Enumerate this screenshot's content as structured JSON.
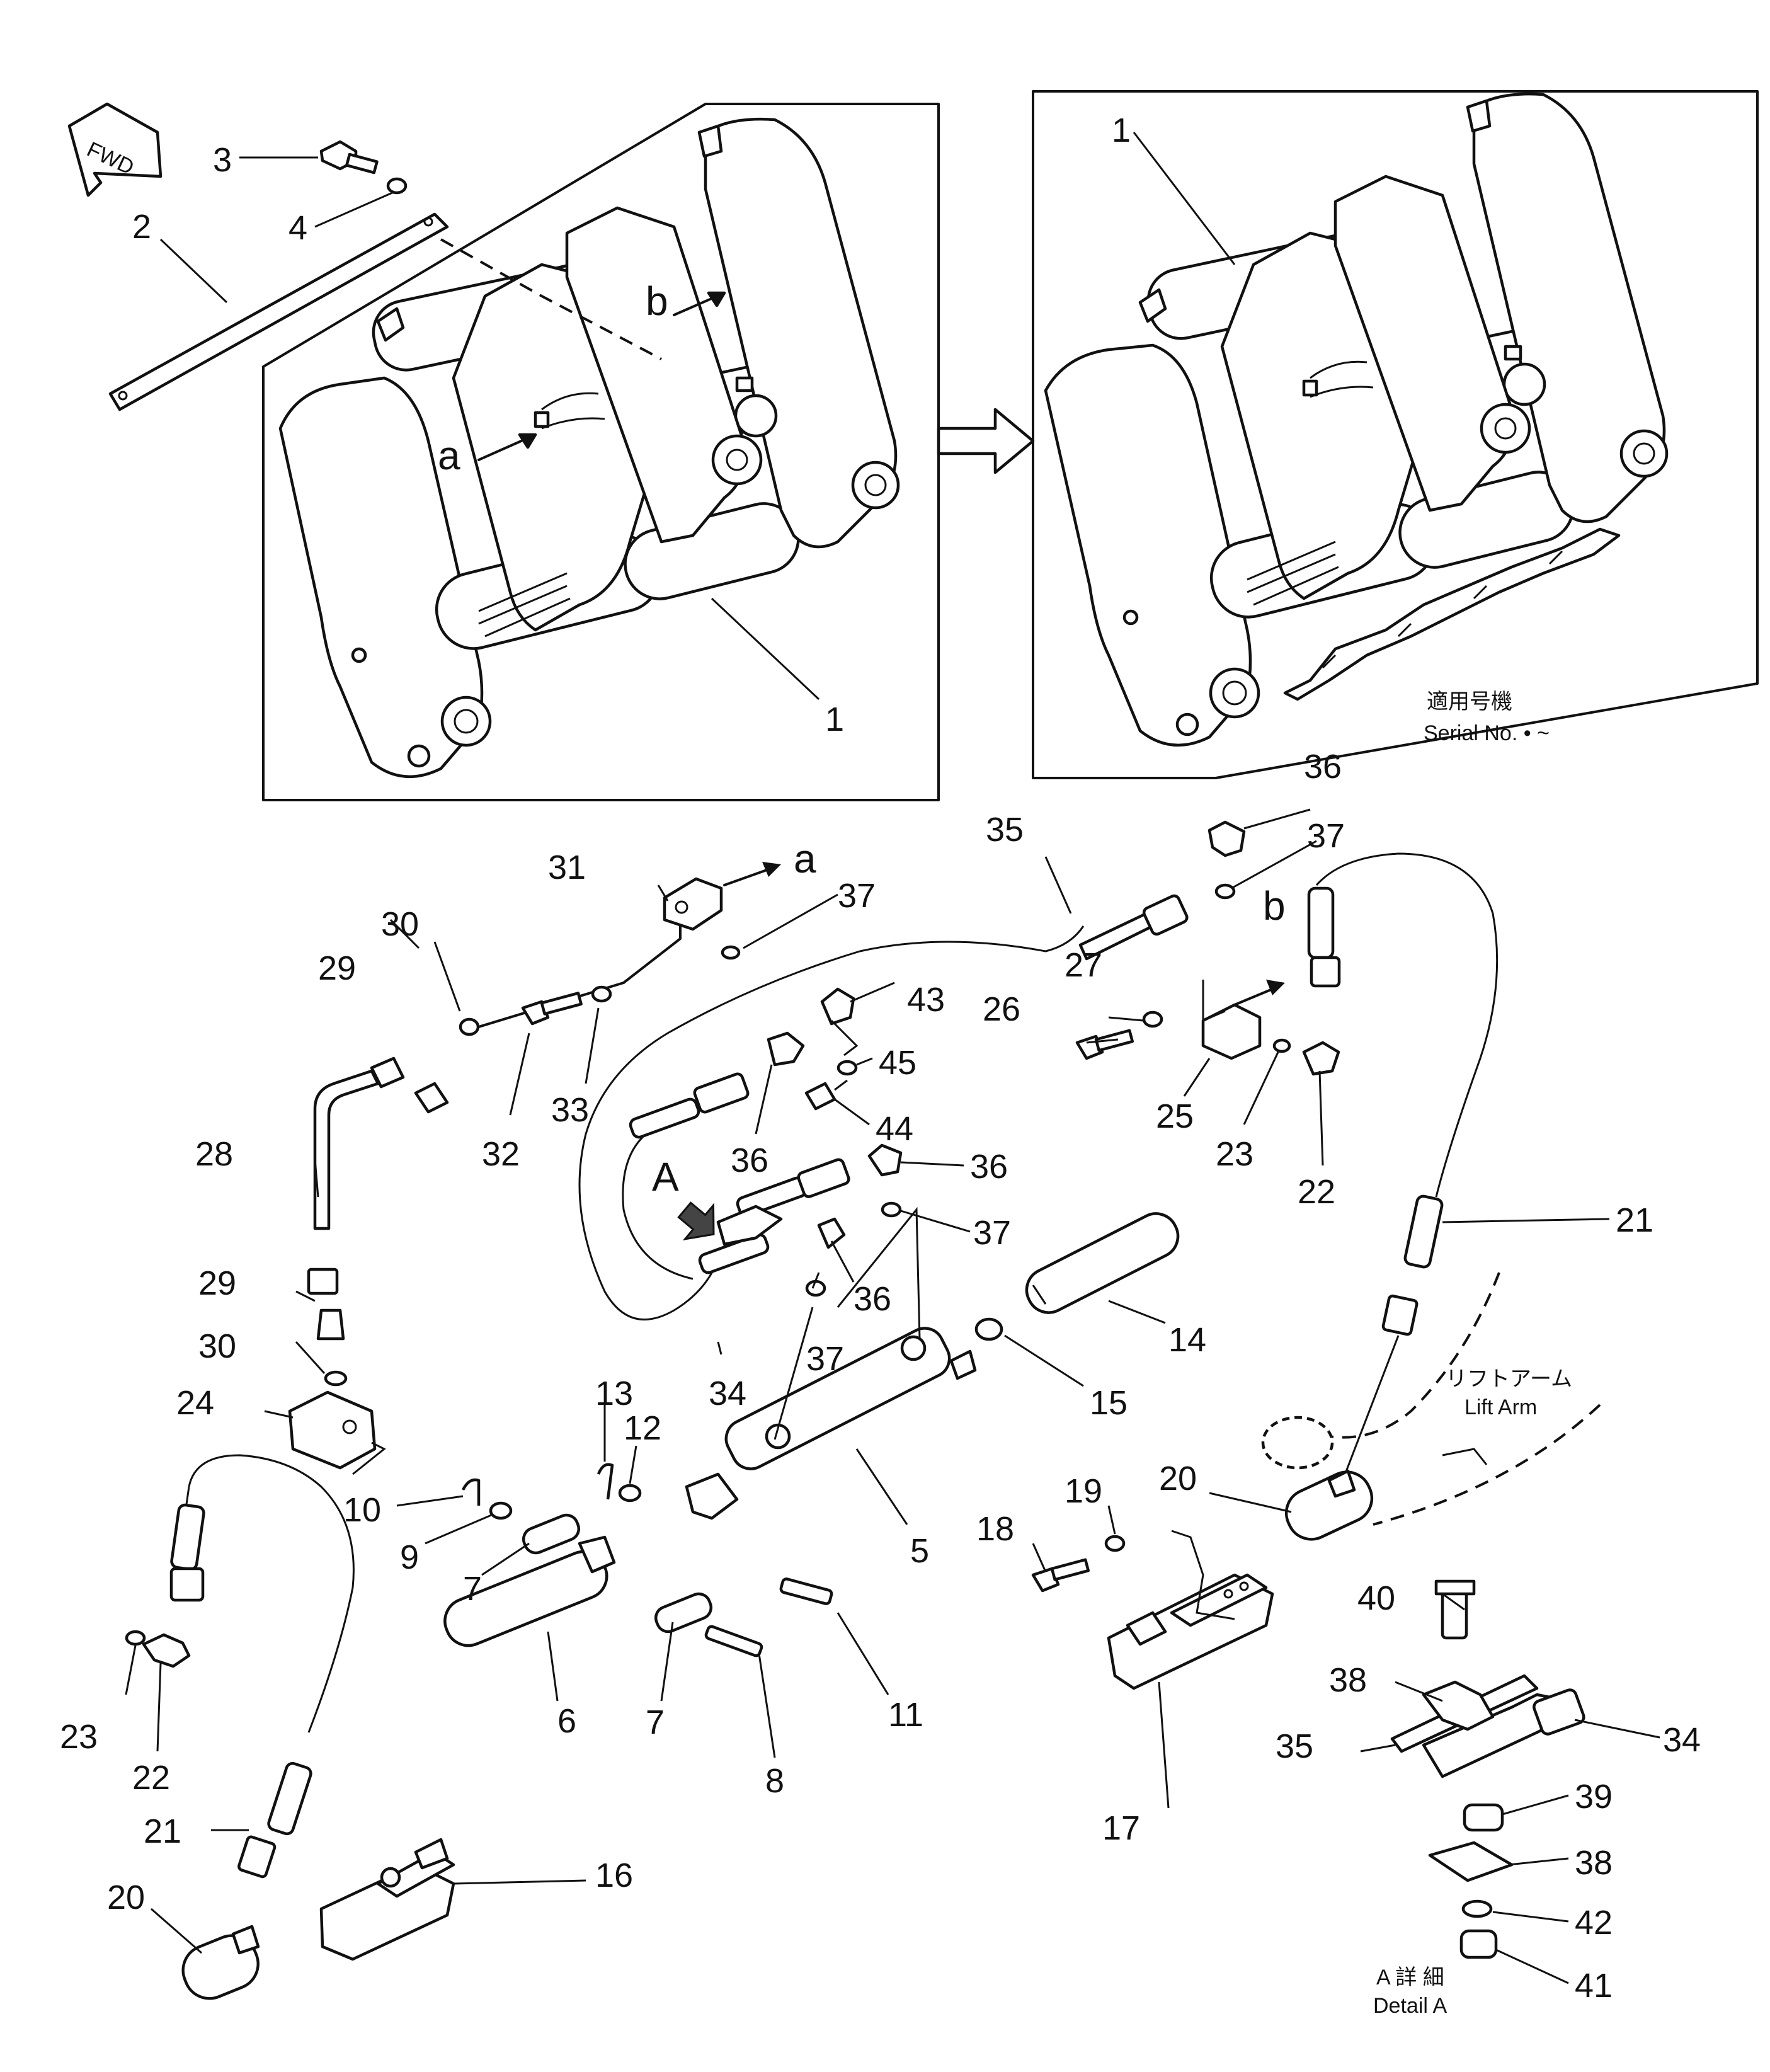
{
  "fwd_label": "FWD",
  "letters": {
    "a": "a",
    "b": "b",
    "A": "A"
  },
  "notes": {
    "serial_jp": "適用号機",
    "serial_en": "Serial No.  • ~",
    "lift_arm_jp": "リフトアーム",
    "lift_arm_en": "Lift Arm",
    "detail_jp": "A 詳 細",
    "detail_en": "Detail A"
  },
  "callouts": [
    {
      "id": "1a",
      "text": "1"
    },
    {
      "id": "1b",
      "text": "1"
    },
    {
      "id": "2",
      "text": "2"
    },
    {
      "id": "3",
      "text": "3"
    },
    {
      "id": "4",
      "text": "4"
    },
    {
      "id": "5",
      "text": "5"
    },
    {
      "id": "6",
      "text": "6"
    },
    {
      "id": "7a",
      "text": "7"
    },
    {
      "id": "7b",
      "text": "7"
    },
    {
      "id": "8",
      "text": "8"
    },
    {
      "id": "9",
      "text": "9"
    },
    {
      "id": "10",
      "text": "10"
    },
    {
      "id": "11",
      "text": "11"
    },
    {
      "id": "12",
      "text": "12"
    },
    {
      "id": "13",
      "text": "13"
    },
    {
      "id": "14",
      "text": "14"
    },
    {
      "id": "15",
      "text": "15"
    },
    {
      "id": "16",
      "text": "16"
    },
    {
      "id": "17",
      "text": "17"
    },
    {
      "id": "18",
      "text": "18"
    },
    {
      "id": "19",
      "text": "19"
    },
    {
      "id": "20a",
      "text": "20"
    },
    {
      "id": "20b",
      "text": "20"
    },
    {
      "id": "21a",
      "text": "21"
    },
    {
      "id": "21b",
      "text": "21"
    },
    {
      "id": "22a",
      "text": "22"
    },
    {
      "id": "22b",
      "text": "22"
    },
    {
      "id": "23a",
      "text": "23"
    },
    {
      "id": "23b",
      "text": "23"
    },
    {
      "id": "24",
      "text": "24"
    },
    {
      "id": "25",
      "text": "25"
    },
    {
      "id": "26",
      "text": "26"
    },
    {
      "id": "27",
      "text": "27"
    },
    {
      "id": "28",
      "text": "28"
    },
    {
      "id": "29a",
      "text": "29"
    },
    {
      "id": "29b",
      "text": "29"
    },
    {
      "id": "30a",
      "text": "30"
    },
    {
      "id": "30b",
      "text": "30"
    },
    {
      "id": "31",
      "text": "31"
    },
    {
      "id": "32",
      "text": "32"
    },
    {
      "id": "33",
      "text": "33"
    },
    {
      "id": "34a",
      "text": "34"
    },
    {
      "id": "34b",
      "text": "34"
    },
    {
      "id": "35a",
      "text": "35"
    },
    {
      "id": "35b",
      "text": "35"
    },
    {
      "id": "36a",
      "text": "36"
    },
    {
      "id": "36b",
      "text": "36"
    },
    {
      "id": "36c",
      "text": "36"
    },
    {
      "id": "36d",
      "text": "36"
    },
    {
      "id": "37a",
      "text": "37"
    },
    {
      "id": "37b",
      "text": "37"
    },
    {
      "id": "37c",
      "text": "37"
    },
    {
      "id": "37d",
      "text": "37"
    },
    {
      "id": "38a",
      "text": "38"
    },
    {
      "id": "38b",
      "text": "38"
    },
    {
      "id": "39",
      "text": "39"
    },
    {
      "id": "40",
      "text": "40"
    },
    {
      "id": "41",
      "text": "41"
    },
    {
      "id": "42",
      "text": "42"
    },
    {
      "id": "43",
      "text": "43"
    },
    {
      "id": "44",
      "text": "44"
    },
    {
      "id": "45",
      "text": "45"
    }
  ]
}
